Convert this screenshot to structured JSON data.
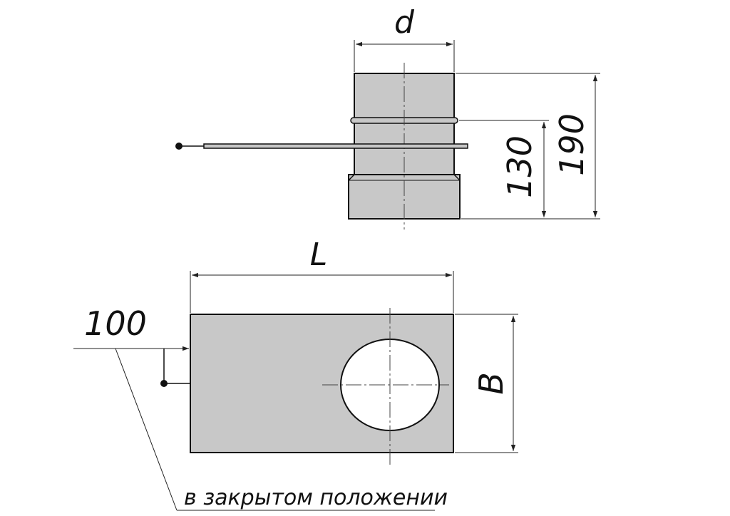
{
  "drawing": {
    "labels": {
      "diameter": "d",
      "length": "L",
      "width": "B",
      "height_lower": "130",
      "height_total": "190",
      "offset": "100",
      "note": "в закрытом положении"
    },
    "colors": {
      "fill": "#c8c8c8",
      "stroke": "#111111",
      "line": "#222222"
    }
  }
}
